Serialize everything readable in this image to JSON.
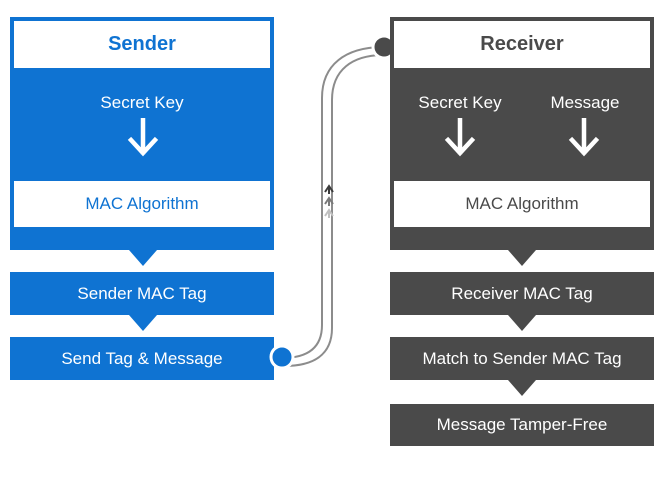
{
  "sender": {
    "title": "Sender",
    "secret_key": "Secret Key",
    "algorithm": "MAC Algorithm",
    "tag": "Sender MAC Tag",
    "send": "Send Tag & Message"
  },
  "receiver": {
    "title": "Receiver",
    "secret_key": "Secret Key",
    "message": "Message",
    "algorithm": "MAC Algorithm",
    "tag": "Receiver MAC Tag",
    "match": "Match to Sender MAC Tag",
    "result": "Message Tamper-Free"
  },
  "colors": {
    "sender": "#0f73d2",
    "receiver": "#4a4a4a",
    "connector": "#8c8c8c"
  },
  "icons": [
    "arrow-down-icon",
    "arrow-up-icon",
    "connector-dot-icon"
  ]
}
